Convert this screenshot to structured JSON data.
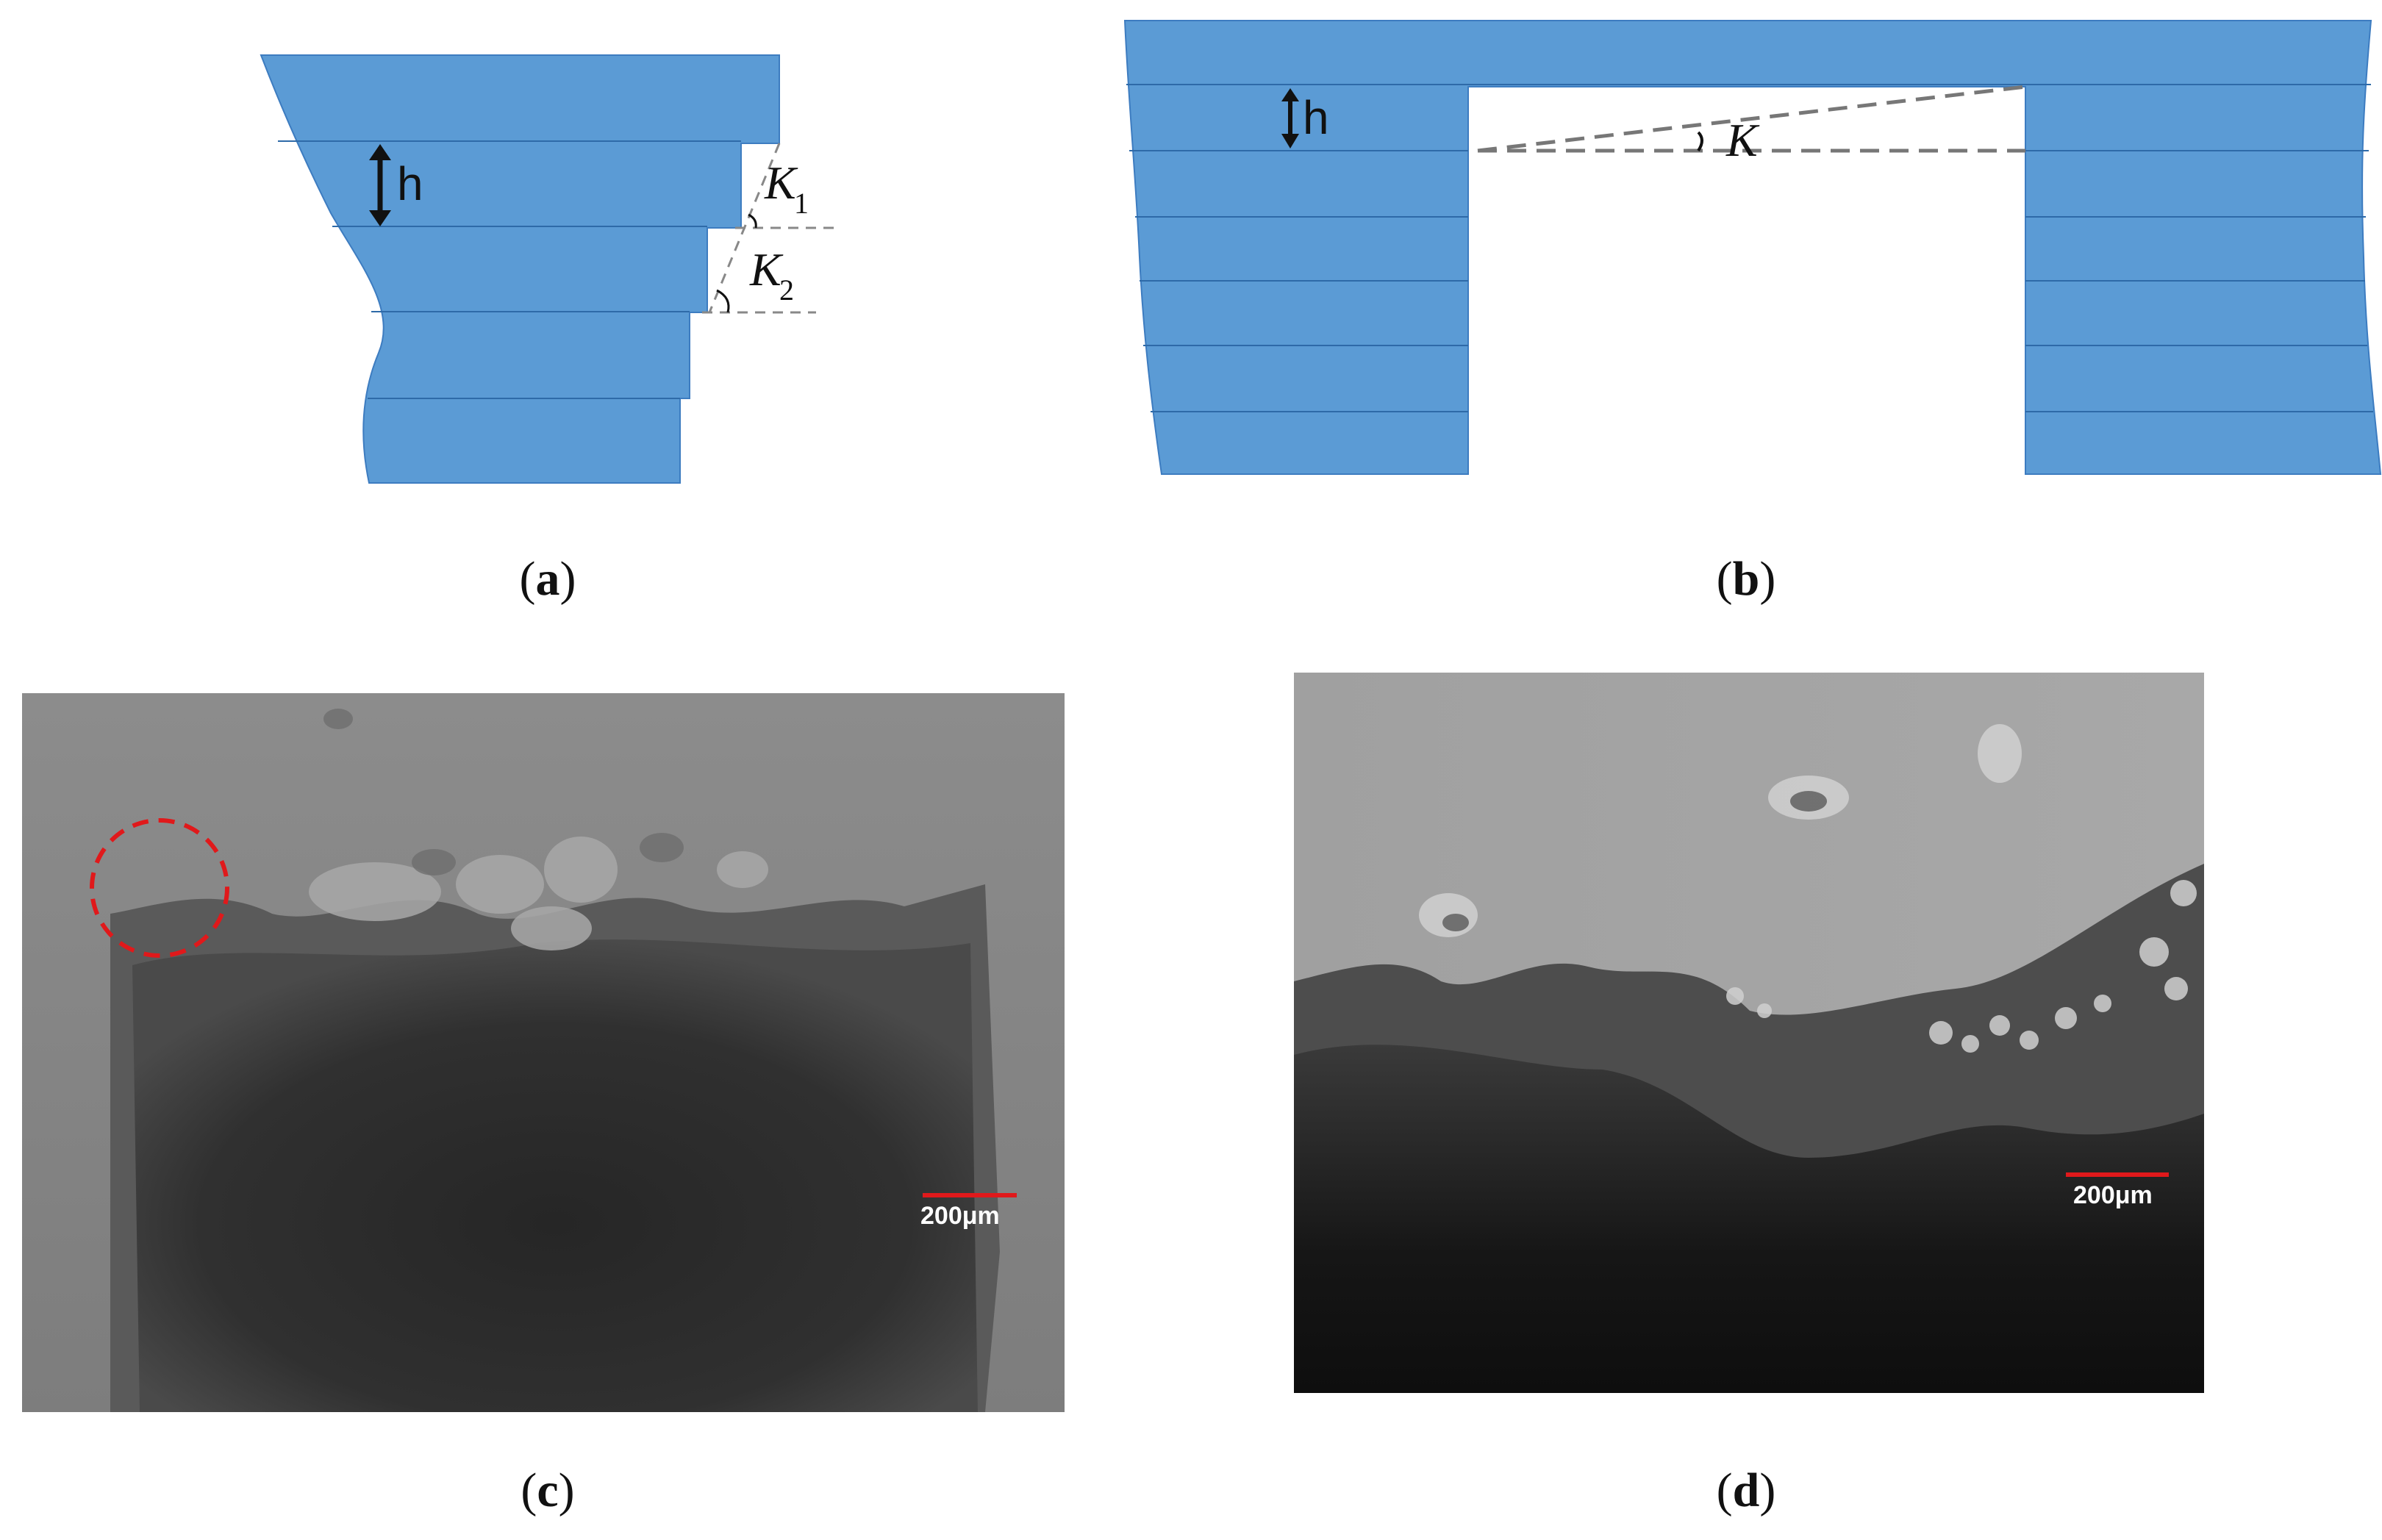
{
  "panels": {
    "a": {
      "caption_letter": "a",
      "height_label": "h",
      "angle1_symbol": "K",
      "angle1_subscript": "1",
      "angle2_symbol": "K",
      "angle2_subscript": "2"
    },
    "b": {
      "caption_letter": "b",
      "height_label": "h",
      "angle_symbol": "K"
    },
    "c": {
      "caption_letter": "c",
      "scale_bar_label": "200μm"
    },
    "d": {
      "caption_letter": "d",
      "scale_bar_label": "200μm"
    }
  },
  "colors": {
    "layer_fill": "#5b9bd5",
    "layer_line": "#2e6aa8",
    "scale_bar": "#e0191b",
    "highlight_circle": "#e0191b",
    "dashed_guide": "#777777"
  }
}
